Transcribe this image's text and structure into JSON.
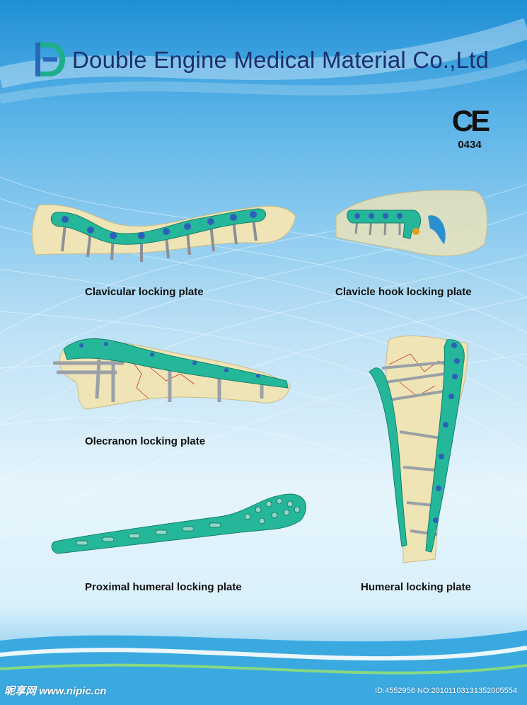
{
  "company": {
    "name": "Double Engine Medical Material Co.,Ltd"
  },
  "certification": {
    "mark": "CE",
    "number": "0434"
  },
  "products": [
    {
      "caption": "Clavicular locking plate"
    },
    {
      "caption": "Clavicle hook locking plate"
    },
    {
      "caption": "Olecranon locking plate"
    },
    {
      "caption": "Humeral locking plate"
    },
    {
      "caption": "Proximal humeral locking plate"
    }
  ],
  "watermark": {
    "site": "昵享网 www.nipic.cn",
    "id": "ID:4552956 NO:20101103131352005554"
  },
  "colors": {
    "plate": "#25b79a",
    "bone": "#efe4b6",
    "screw_head": "#2e5fb8",
    "company_text": "#1c2f6e"
  }
}
